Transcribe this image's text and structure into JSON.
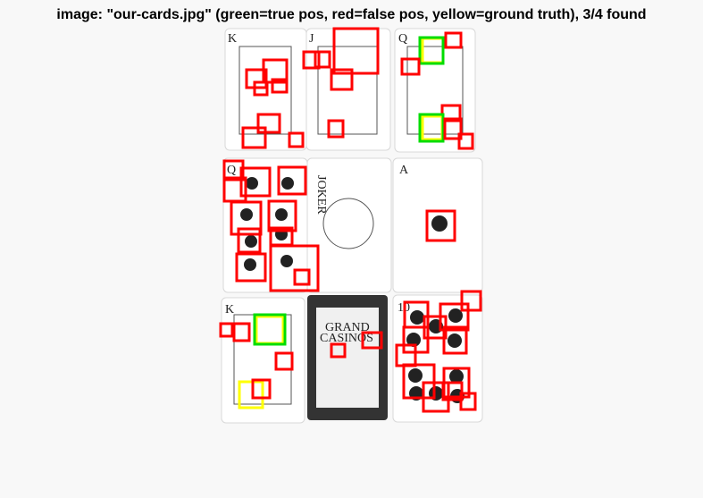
{
  "header": {
    "title": "image: \"our-cards.jpg\" (green=true pos, red=false pos, yellow=ground truth), 3/4 found"
  },
  "card_labels": {
    "k1": "K",
    "j1": "J",
    "q1": "Q",
    "q2": "Q",
    "a": "A",
    "k2": "K",
    "ten": "10",
    "joker": "JOKER",
    "casino1": "GRAND",
    "casino2": "CASINOS"
  },
  "colors": {
    "false_positive": "#ff0000",
    "ground_truth": "#ffff00",
    "true_positive": "#00dd00"
  }
}
